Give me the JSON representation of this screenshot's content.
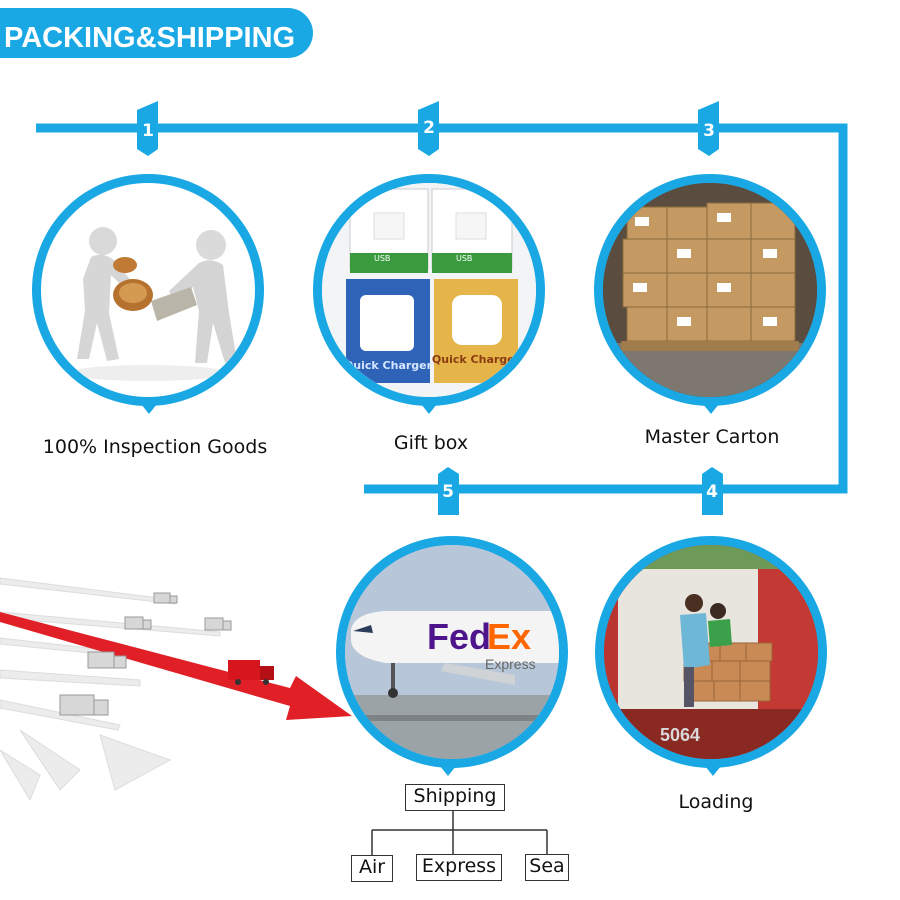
{
  "header": {
    "title": "PACKING&SHIPPING"
  },
  "colors": {
    "accent": "#19a8e4",
    "arrow": "#e01f26"
  },
  "steps": [
    {
      "number": "1",
      "label": "100% Inspection Goods",
      "icon": "inspection-figures-icon"
    },
    {
      "number": "2",
      "label": "Gift box",
      "icon": "charger-gift-box-icon"
    },
    {
      "number": "3",
      "label": "Master Carton",
      "icon": "carton-pallet-icon"
    },
    {
      "number": "4",
      "label": "Loading",
      "icon": "container-loading-icon"
    },
    {
      "number": "5",
      "label": "",
      "icon": "cargo-airplane-icon"
    }
  ],
  "gift_box": {
    "brand": "USB",
    "product": "Quick Charger"
  },
  "airplane": {
    "brand_fed": "Fed",
    "brand_ex": "Ex",
    "service": "Express"
  },
  "container": {
    "code": "5064"
  },
  "shipping": {
    "title": "Shipping",
    "options": [
      "Air",
      "Express",
      "Sea"
    ]
  }
}
